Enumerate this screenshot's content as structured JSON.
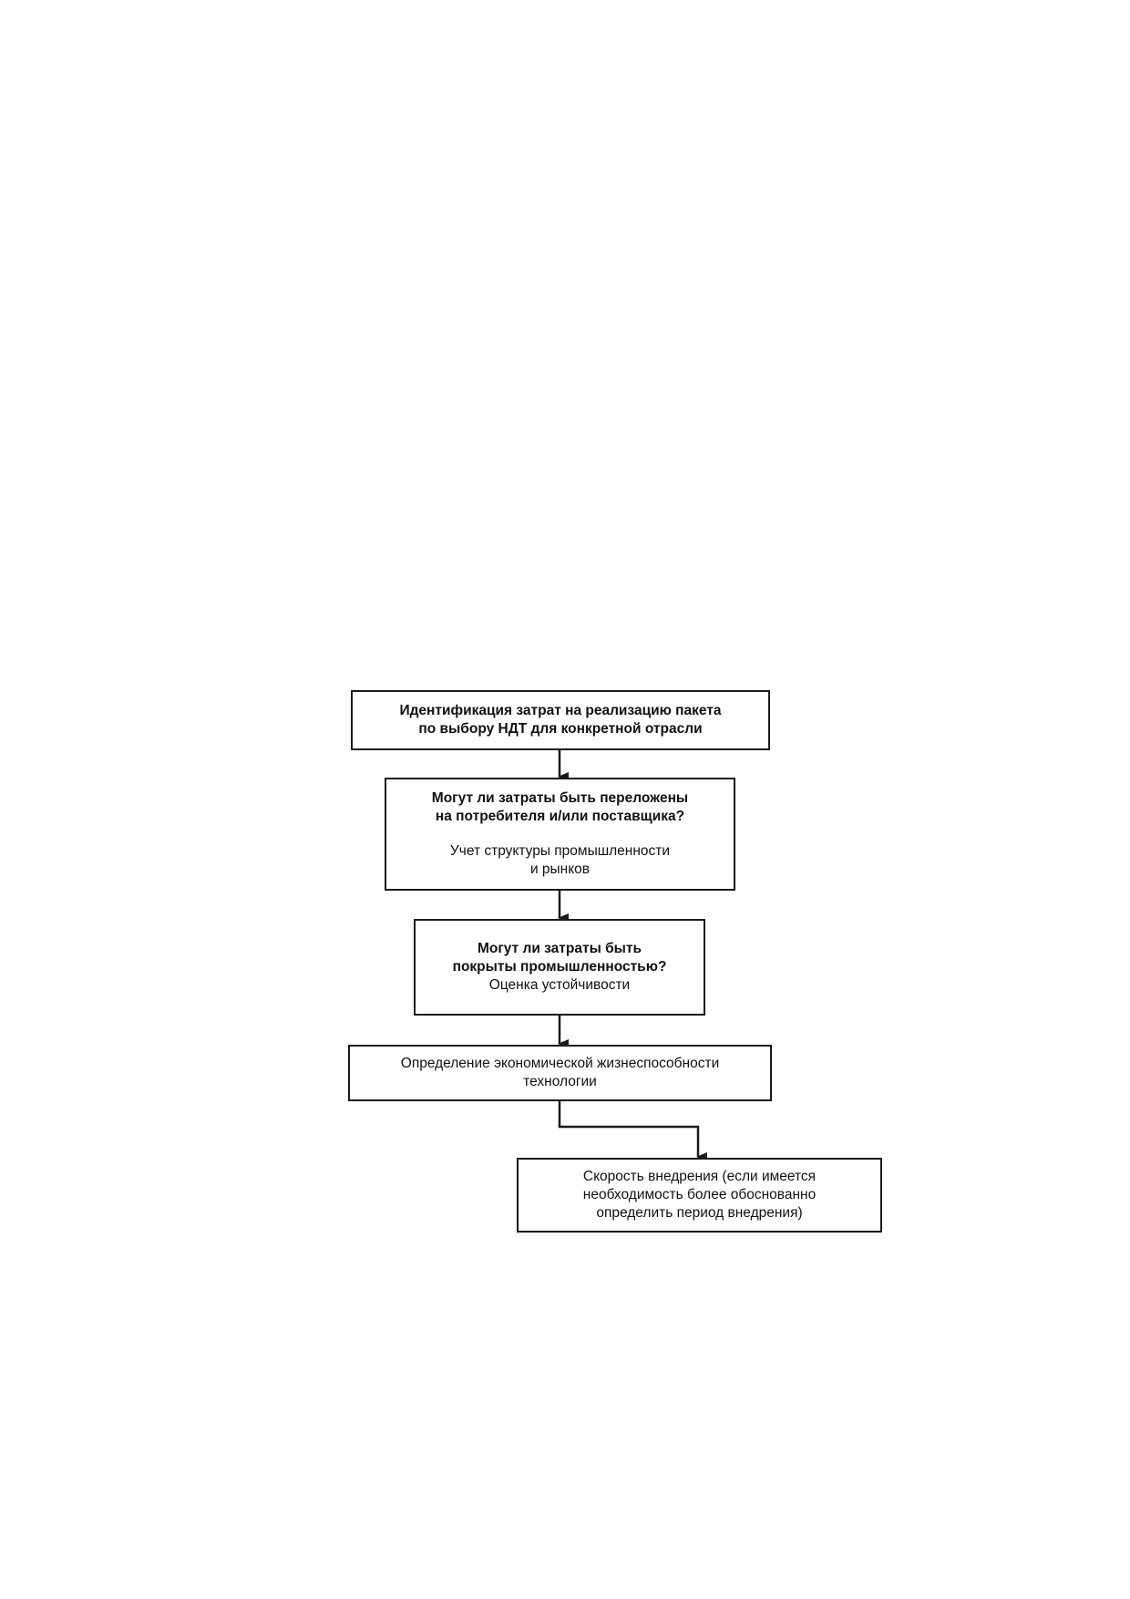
{
  "flowchart": {
    "box1": {
      "lines": [
        "Идентификация затрат на реализацию пакета",
        "по выбору НДТ для конкретной отрасли"
      ]
    },
    "box2": {
      "question": [
        "Могут ли затраты быть переложены",
        "на потребителя и/или поставщика?"
      ],
      "note": [
        "Учет структуры промышленности",
        "и рынков"
      ]
    },
    "box3": {
      "question": [
        "Могут ли затраты быть",
        "покрыты промышленностью?"
      ],
      "note": "Оценка устойчивости"
    },
    "box4": {
      "lines": [
        "Определение экономической жизнеспособности",
        "технологии"
      ]
    },
    "box5": {
      "lines": [
        "Скорость внедрения (если имеется",
        "необходимость более обоснованно",
        "определить период внедрения)"
      ]
    }
  }
}
